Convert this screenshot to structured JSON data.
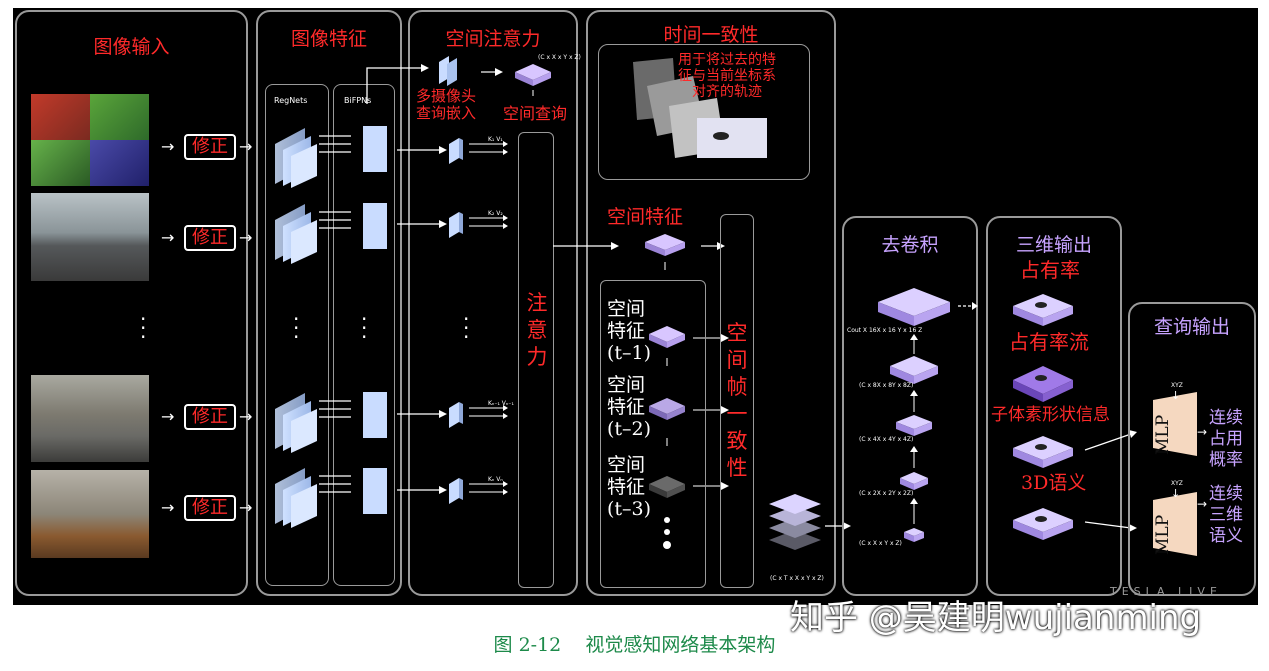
{
  "panels": {
    "image_input": "图像输入",
    "image_features": "图像特征",
    "spatial_attention": "空间注意力",
    "temporal_consistency": "时间一致性",
    "deconv": "去卷积",
    "output_3d": "三维输出",
    "query_output": "查询输出"
  },
  "rectify_label": "修正",
  "backbones": {
    "regnet": "RegNets",
    "bifpn": "BiFPNs"
  },
  "attention": {
    "camera_query_embed": "多摄像头\n查询嵌入",
    "spatial_query": "空间查询",
    "attention_vertical": [
      "注",
      "意",
      "力"
    ],
    "query_dims": "(C x X x Y x Z)",
    "kv_labels": [
      "K₁ V₁",
      "K₂ V₂",
      "Kₙ₋₁ Vₙ₋₁",
      "Kₙ Vₙ"
    ]
  },
  "temporal": {
    "trajectory_note": "用于将过去的特\n征与当前坐标系\n对齐的轨迹",
    "spatial_feature": "空间特征",
    "history": [
      {
        "line1": "空间",
        "line2": "特征",
        "line3": "(t–1)"
      },
      {
        "line1": "空间",
        "line2": "特征",
        "line3": "(t–2)"
      },
      {
        "line1": "空间",
        "line2": "特征",
        "line3": "(t–3)"
      }
    ],
    "frame_consistency_vertical": [
      "空",
      "间",
      "帧",
      "一",
      "致",
      "性"
    ],
    "stack_dims": "(C x T x X x Y x Z)"
  },
  "deconv": {
    "dims": [
      "Cout X 16X x 16 Y x 16 Z",
      "(C x 8X x 8Y x 8Z)",
      "(C x 4X x 4Y x 4Z)",
      "(C x 2X x 2Y x 2Z)",
      "(C x X x Y x Z)"
    ]
  },
  "outputs": {
    "occupancy": "占有率",
    "occupancy_flow": "占有率流",
    "subvoxel_shape": "子体素形状信息",
    "semantics_3d": "3D语义"
  },
  "query": {
    "mlp": "MLP",
    "xyz": "XYZ",
    "continuous_occupancy": "连续\n占用\n概率",
    "continuous_semantics": "连续\n三维\n语义"
  },
  "watermark": "知乎 @吴建明wujianming",
  "tesla_mark": "TESLA LIVE",
  "caption": "图 2-12    视觉感知网络基本架构",
  "colors": {
    "red_text": "#ff2a2a",
    "purple_text": "#c7a3ff",
    "caption_green": "#1d8a4a",
    "panel_border": "#9a9a9a"
  }
}
